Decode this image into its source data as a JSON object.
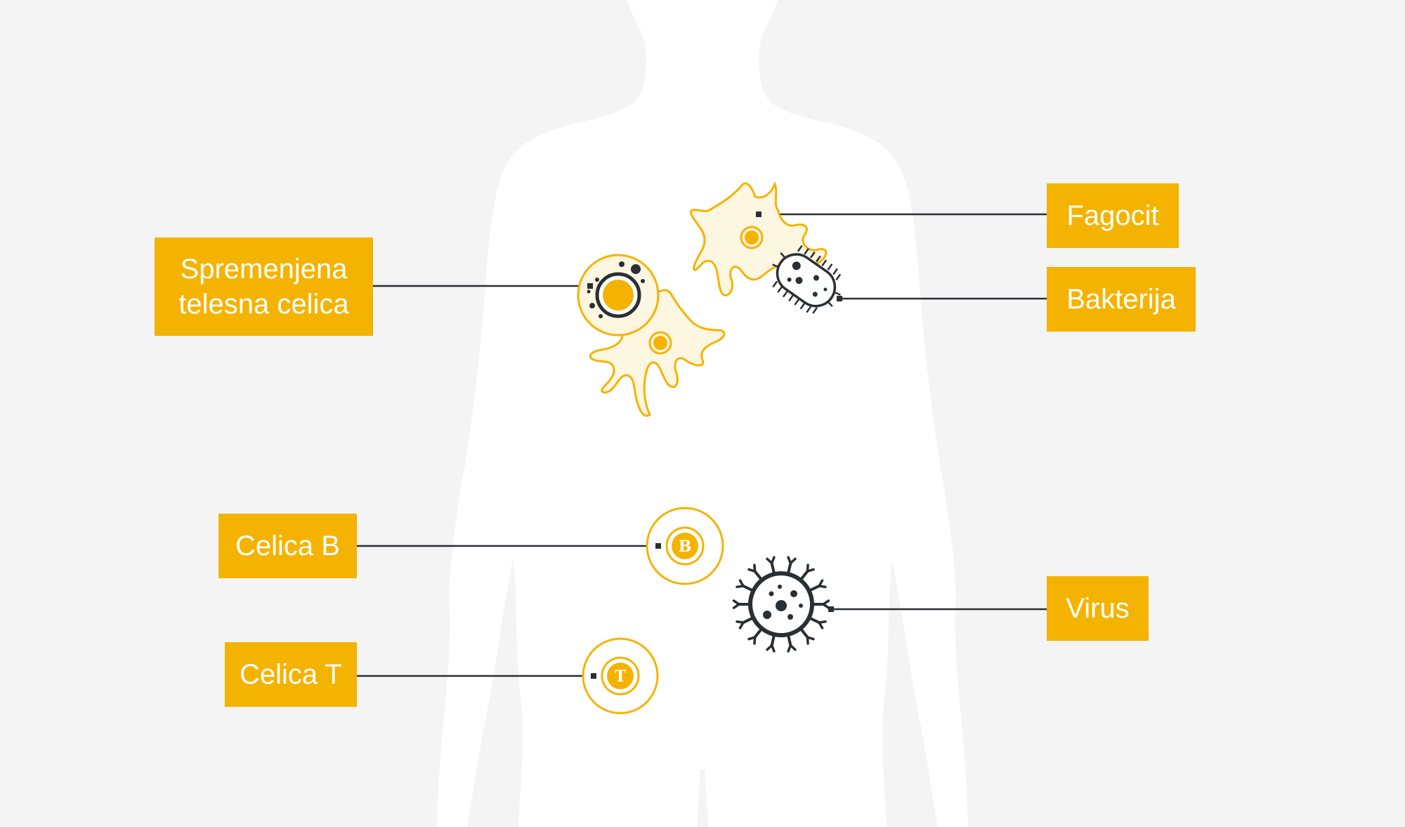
{
  "labels": {
    "altered_cell_line1": "Spremenjena",
    "altered_cell_line2": "telesna celica",
    "phagocyte": "Fagocit",
    "bacteria": "Bakterija",
    "b_cell": "Celica B",
    "t_cell": "Celica T",
    "virus": "Virus"
  },
  "cell_letters": {
    "b_cell": "B",
    "t_cell": "T"
  },
  "colors": {
    "background": "#f4f4f4",
    "body_silhouette": "#ffffff",
    "label_fill": "#f5b301",
    "label_text": "#ffffff",
    "cell_outline": "#f5b301",
    "cell_fill": "#fdf6e0",
    "pathogen": "#2a2f33",
    "leader_line": "#2a2f33"
  }
}
